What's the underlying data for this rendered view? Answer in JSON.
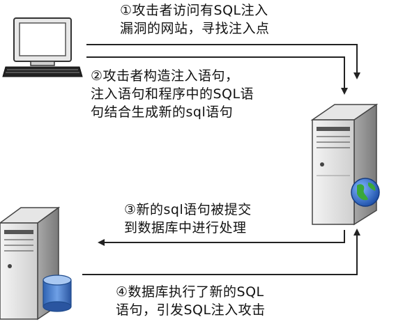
{
  "steps": [
    {
      "lines": [
        "①攻击者访问有SQL注入",
        "漏洞的网站，寻找注入点"
      ]
    },
    {
      "lines": [
        "②攻击者构造注入语句，",
        "注入语句和程序中的SQL语",
        "句结合生成新的sql语句"
      ]
    },
    {
      "lines": [
        "③新的sql语句被提交",
        "到数据库中进行处理"
      ]
    },
    {
      "lines": [
        "④数据库执行了新的SQL",
        "语句，引发SQL注入攻击"
      ]
    }
  ],
  "colors": {
    "arrow": "#222222",
    "server_body": "#d9d9d9",
    "globe_blue": "#1f5fbf",
    "globe_green": "#3aa83a",
    "db_blue": "#3a74c4"
  },
  "icons": [
    "computer-icon",
    "web-server-icon",
    "globe-icon",
    "database-server-icon",
    "database-cylinder-icon"
  ]
}
